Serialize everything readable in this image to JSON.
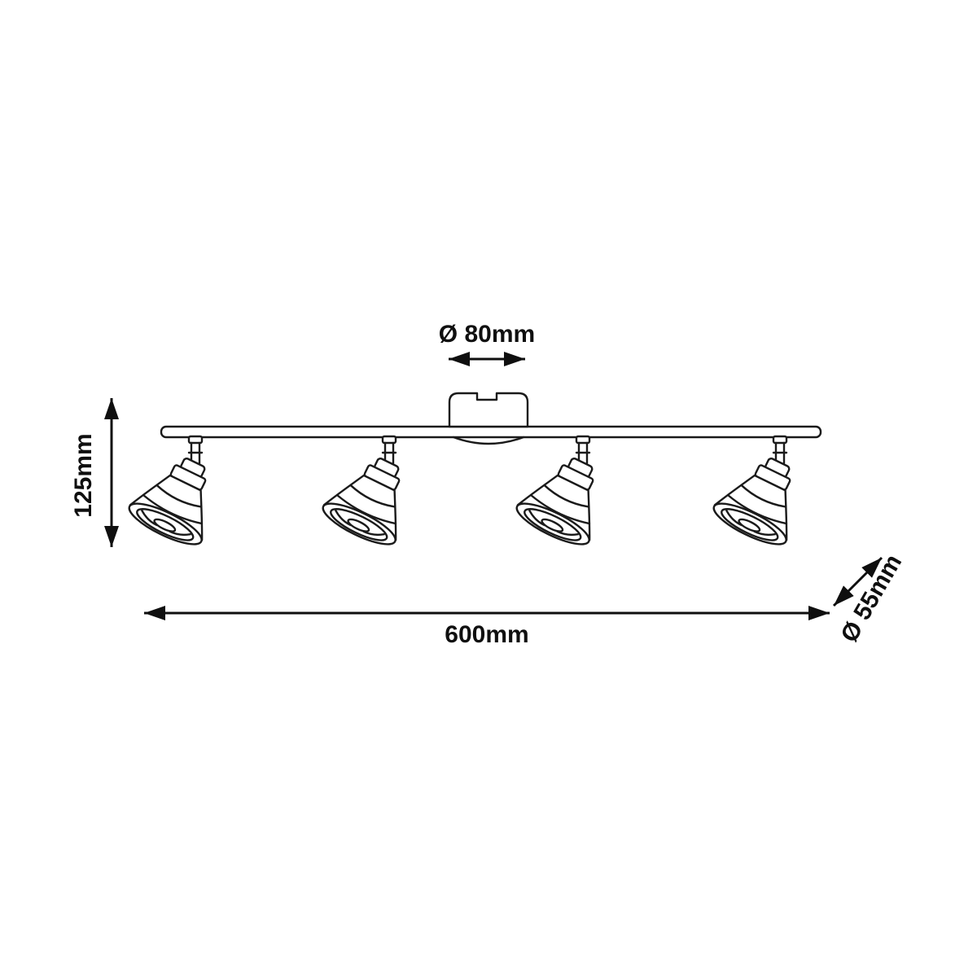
{
  "colors": {
    "background": "#ffffff",
    "line": "#1a1a1a",
    "text": "#0f0f0f"
  },
  "diagram": {
    "labels": {
      "canopy_diameter": "Ø 80mm",
      "height": "125mm",
      "length": "600mm",
      "head_diameter": "Ø 55mm"
    }
  }
}
